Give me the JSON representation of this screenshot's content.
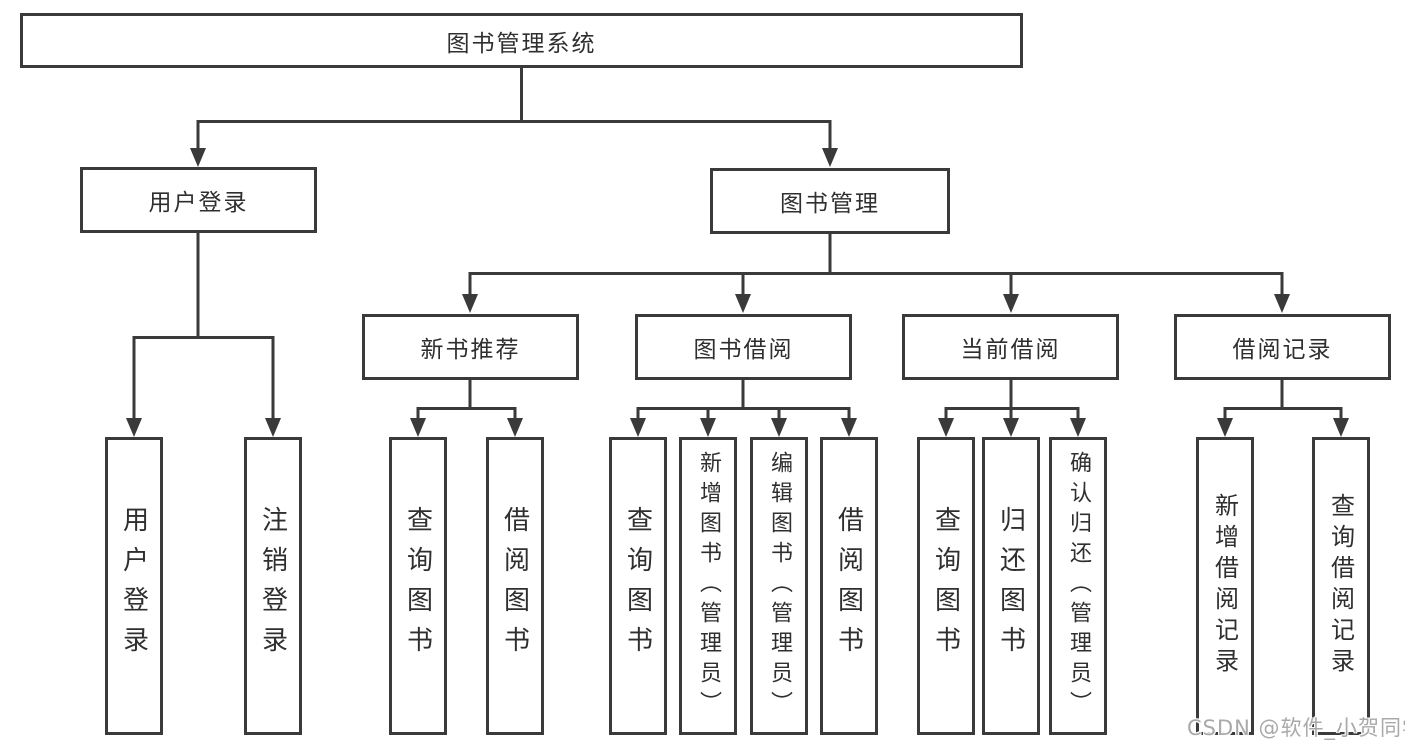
{
  "diagram": {
    "root_label": "图书管理系统",
    "user_branch": {
      "label": "用户登录",
      "children": [
        "用户登录",
        "注销登录"
      ]
    },
    "book_branch": {
      "label": "图书管理",
      "sections": [
        {
          "label": "新书推荐",
          "children": [
            "查询图书",
            "借阅图书"
          ]
        },
        {
          "label": "图书借阅",
          "children": [
            "查询图书",
            "新增图书（管理员）",
            "编辑图书（管理员）",
            "借阅图书"
          ]
        },
        {
          "label": "当前借阅",
          "children": [
            "查询图书",
            "归还图书",
            "确认归还（管理员）"
          ]
        },
        {
          "label": "借阅记录",
          "children": [
            "新增借阅记录",
            "查询借阅记录"
          ]
        }
      ]
    }
  },
  "watermark": {
    "text": "CSDN @软件_小贺同学"
  },
  "colors": {
    "line": "#3a3a3a",
    "box_border": "#3a3a3a",
    "text": "#2f2f2f",
    "watermark": "#a9a9a9",
    "background": "#ffffff"
  }
}
